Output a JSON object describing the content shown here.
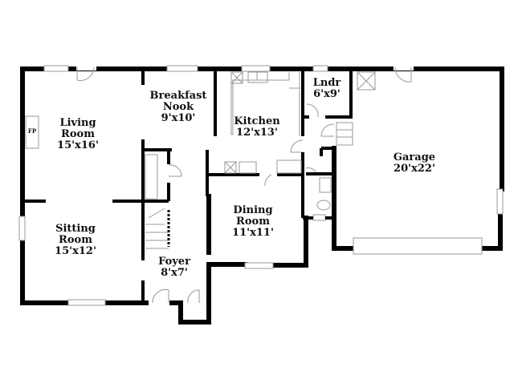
{
  "rooms": {
    "living": {
      "name1": "Living",
      "name2": "Room",
      "size": "15'x16'"
    },
    "breakfast": {
      "name1": "Breakfast",
      "name2": "Nook",
      "size": "9'x10'"
    },
    "kitchen": {
      "name": "Kitchen",
      "size": "12'x13'"
    },
    "laundry": {
      "name": "Lndr",
      "size": "6'x9'"
    },
    "garage": {
      "name": "Garage",
      "size": "20'x22'"
    },
    "dining": {
      "name1": "Dining",
      "name2": "Room",
      "size": "11'x11'"
    },
    "sitting": {
      "name1": "Sitting",
      "name2": "Room",
      "size": "15'x12'"
    },
    "foyer": {
      "name": "Foyer",
      "size": "8'x7'"
    }
  },
  "fireplace_label": "FP"
}
